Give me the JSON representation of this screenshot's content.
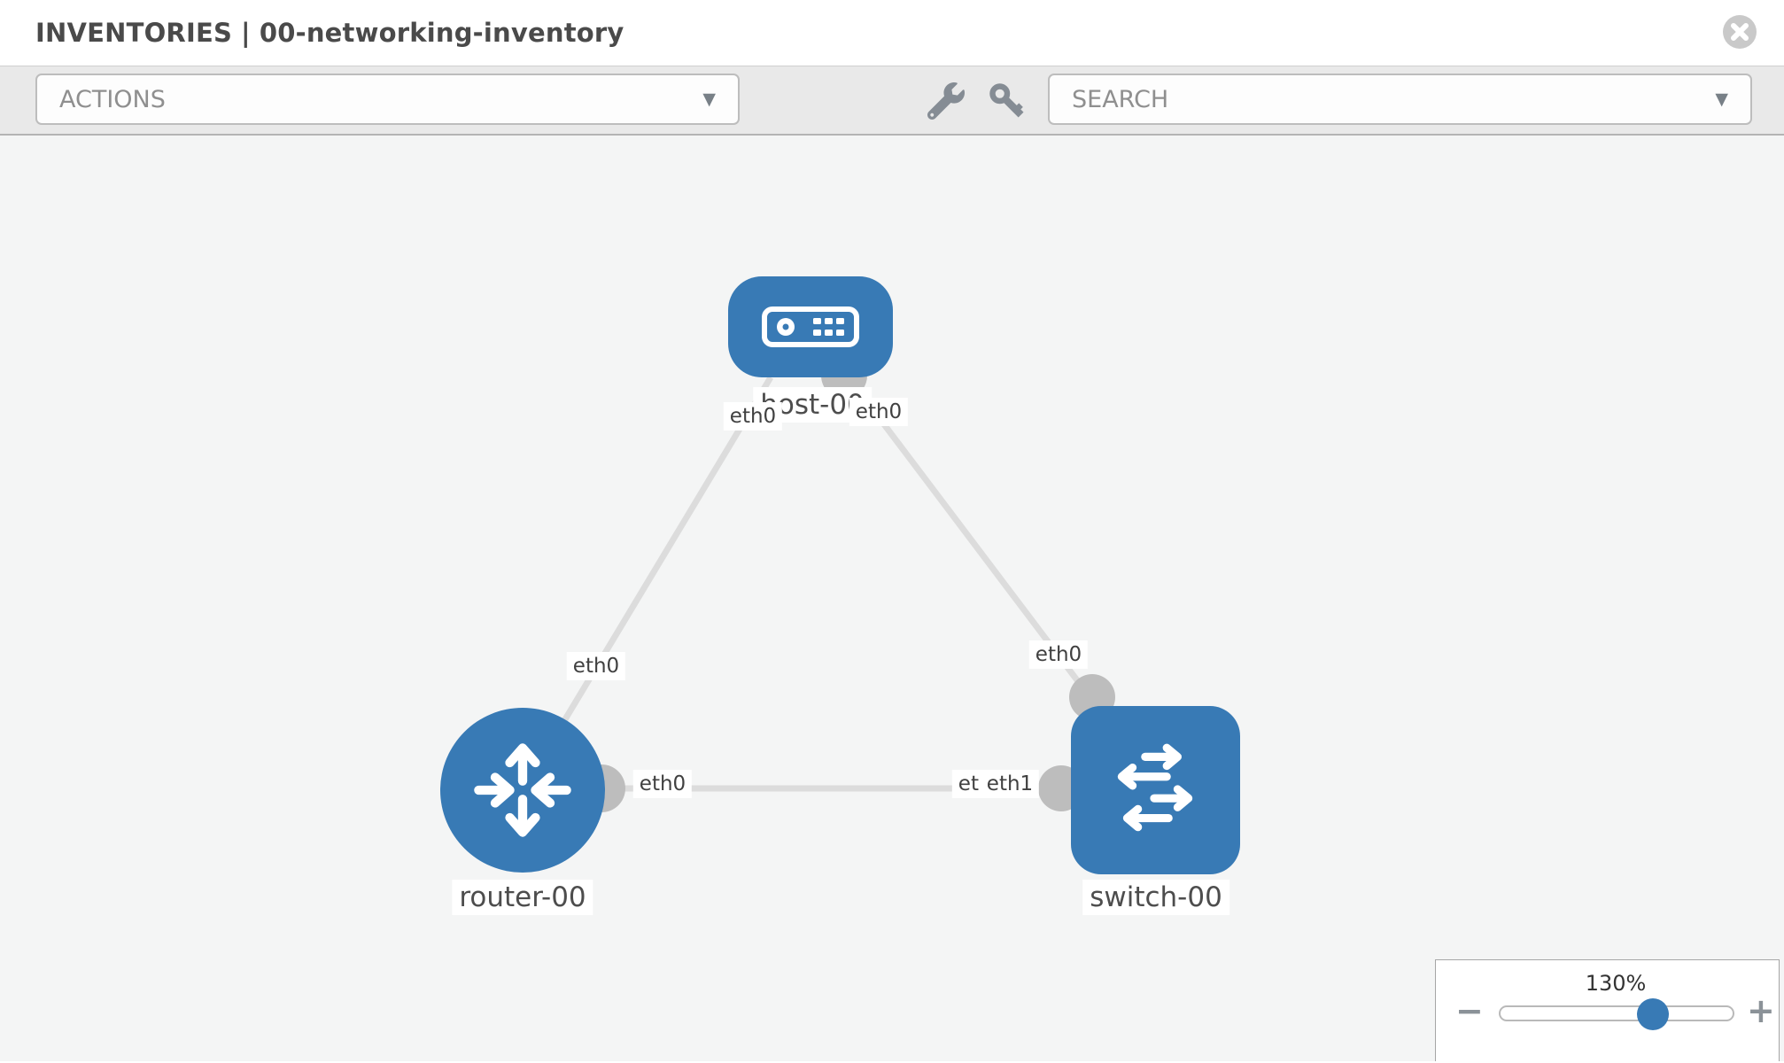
{
  "header": {
    "section": "INVENTORIES",
    "separator": "|",
    "inventory_name": "00-networking-inventory"
  },
  "toolbar": {
    "actions_label": "ACTIONS",
    "search_label": "SEARCH",
    "caret_glyph": "▼",
    "icons": [
      "wrench-icon",
      "key-icon"
    ]
  },
  "topology": {
    "nodes": [
      {
        "id": "host-00",
        "type": "host",
        "label": "host-00"
      },
      {
        "id": "router-00",
        "type": "router",
        "label": "router-00"
      },
      {
        "id": "switch-00",
        "type": "switch",
        "label": "switch-00"
      }
    ],
    "links": [
      {
        "source": "host-00",
        "target": "router-00",
        "source_interface": "eth0",
        "target_interface": "eth0"
      },
      {
        "source": "host-00",
        "target": "switch-00",
        "source_interface": "eth0",
        "target_interface": "eth0"
      },
      {
        "source": "router-00",
        "target": "switch-00",
        "source_interface": "eth0",
        "target_interface": "eth1",
        "occluded_interface": "eth0"
      }
    ]
  },
  "zoom_control": {
    "value": "130%",
    "minus_label": "−",
    "plus_label": "+"
  },
  "colors": {
    "node_blue": "#387ab5",
    "link_gray": "#dcdcdc",
    "port_gray": "#bdbdbd",
    "toolbar_bg": "#e9e9e9",
    "canvas_bg": "#f4f5f5"
  }
}
